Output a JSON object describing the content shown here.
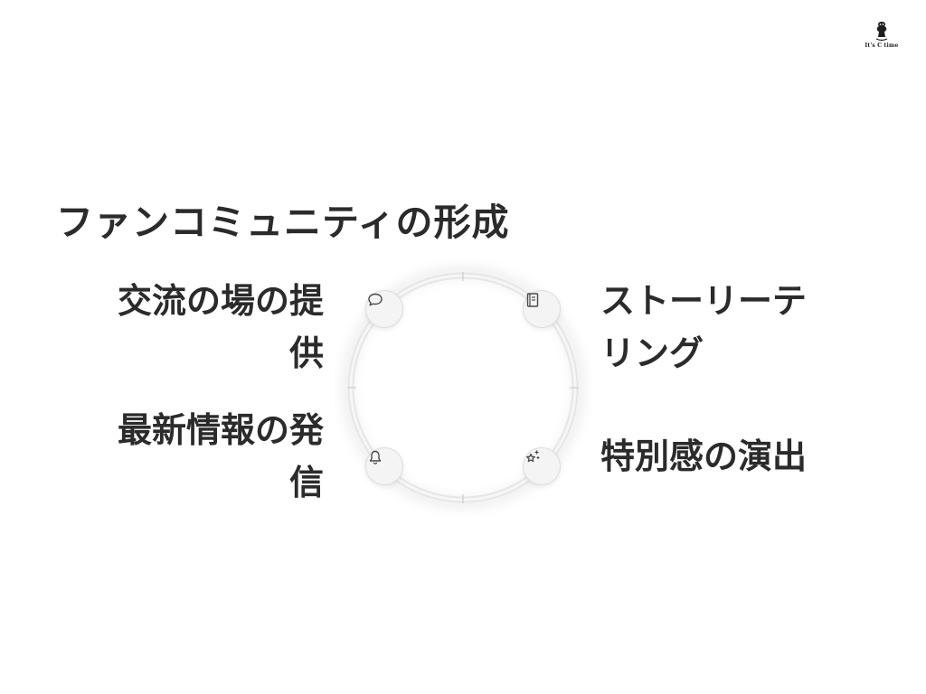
{
  "logo": {
    "text": "It's C time",
    "icon": "mascot-logo-icon"
  },
  "title": "ファンコミュニティの形成",
  "items": [
    {
      "label": "交流の場の提供",
      "line1": "交流の場の提",
      "line2": "供",
      "icon": "chat-bubble-icon"
    },
    {
      "label": "最新情報の発信",
      "line1": "最新情報の発",
      "line2": "信",
      "icon": "bell-icon"
    },
    {
      "label": "ストーリーテリング",
      "line1": "ストーリーテ",
      "line2": "リング",
      "icon": "book-icon"
    },
    {
      "label": "特別感の演出",
      "line1": "特別感の演出",
      "line2": "",
      "icon": "sparkle-star-icon"
    }
  ],
  "colors": {
    "text": "#2b2b2b",
    "ring": "#e3e3e3",
    "node_bg": "#f4f4f4",
    "icon": "#4a4a4a"
  }
}
